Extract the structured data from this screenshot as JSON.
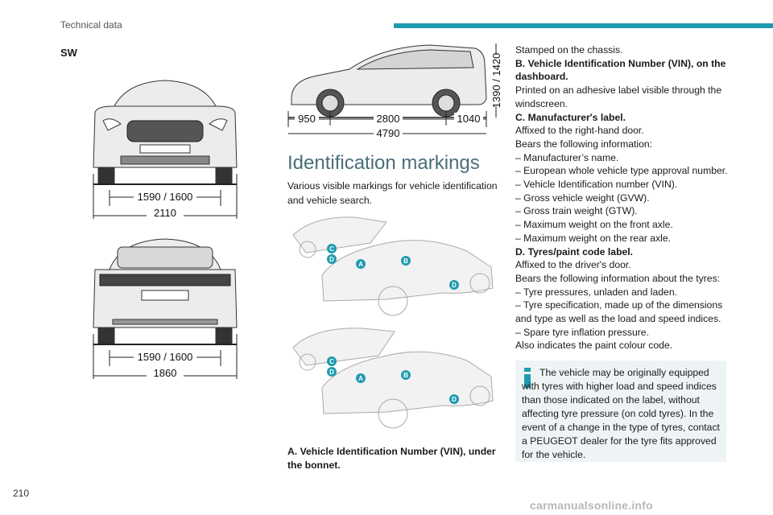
{
  "header": {
    "section": "Technical data",
    "accent_color": "#1f9bb0"
  },
  "sw_label": "SW",
  "front_view": {
    "track": "1590 / 1600",
    "width": "2110"
  },
  "rear_view": {
    "track": "1590 / 1600",
    "width": "1860"
  },
  "side_view": {
    "front_overhang": "950",
    "wheelbase": "2800",
    "rear_overhang": "1040",
    "length": "4790",
    "height": "1390 / 1420"
  },
  "identification": {
    "heading": "Identification markings",
    "intro": "Various visible markings for vehicle identification and vehicle search.",
    "markers": [
      "A",
      "B",
      "C",
      "D"
    ],
    "caption_a": "A. Vehicle Identification Number (VIN), under the bonnet."
  },
  "right_column": {
    "line_stamped": "Stamped on the chassis.",
    "b_title": "B. Vehicle Identification Number (VIN), on the dashboard.",
    "b_desc": "Printed on an adhesive label visible through the windscreen.",
    "c_title": "C. Manufacturer's label.",
    "c_affixed": "Affixed to the right-hand door.",
    "c_bears": "Bears the following information:",
    "c_items": [
      "– Manufacturer’s name.",
      "– European whole vehicle type approval number.",
      "– Vehicle Identification number (VIN).",
      "– Gross vehicle weight (GVW).",
      "– Gross train weight (GTW).",
      "– Maximum weight on the front axle.",
      "– Maximum weight on the rear axle."
    ],
    "d_title": "D. Tyres/paint code label.",
    "d_affixed": "Affixed to the driver's door.",
    "d_bears": "Bears the following information about the tyres:",
    "d_items": [
      "– Tyre pressures, unladen and laden.",
      "– Tyre specification, made up of the dimensions and type as well as the load and speed indices.",
      "– Spare tyre inflation pressure."
    ],
    "d_paint": "Also indicates the paint colour code."
  },
  "note": "The vehicle may be originally equipped with tyres with higher load and speed indices than those indicated on the label, without affecting tyre pressure (on cold tyres). In the event of a change in the type of tyres, contact a PEUGEOT dealer for the tyre fits approved for the vehicle.",
  "page_number": "210",
  "watermark": "carmanualsonline.info"
}
